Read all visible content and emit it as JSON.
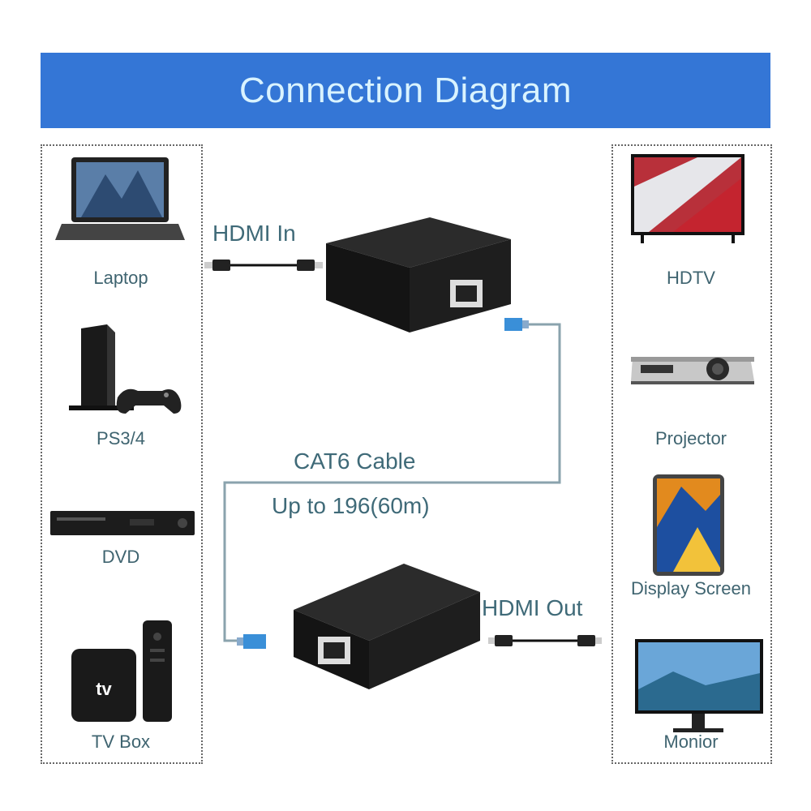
{
  "header": {
    "title": "Connection Diagram"
  },
  "sources": [
    {
      "label": "Laptop",
      "icon": "laptop-icon"
    },
    {
      "label": "PS3/4",
      "icon": "game-console-icon"
    },
    {
      "label": "DVD",
      "icon": "dvd-player-icon"
    },
    {
      "label": "TV Box",
      "icon": "tv-box-icon",
      "badge": "tv"
    }
  ],
  "displays": [
    {
      "label": "HDTV",
      "icon": "tv-icon"
    },
    {
      "label": "Projector",
      "icon": "projector-icon"
    },
    {
      "label": "Display Screen",
      "icon": "tablet-icon"
    },
    {
      "label": "Monior",
      "icon": "monitor-icon"
    }
  ],
  "connections": {
    "hdmi_in": "HDMI In",
    "hdmi_out": "HDMI Out",
    "cable": "CAT6 Cable",
    "range": "Up to 196(60m)"
  },
  "colors": {
    "header": "#3476d6",
    "title_text": "#d9f3ff",
    "label_text": "#3f6a78",
    "rj45_plug": "#3a8fd8"
  }
}
